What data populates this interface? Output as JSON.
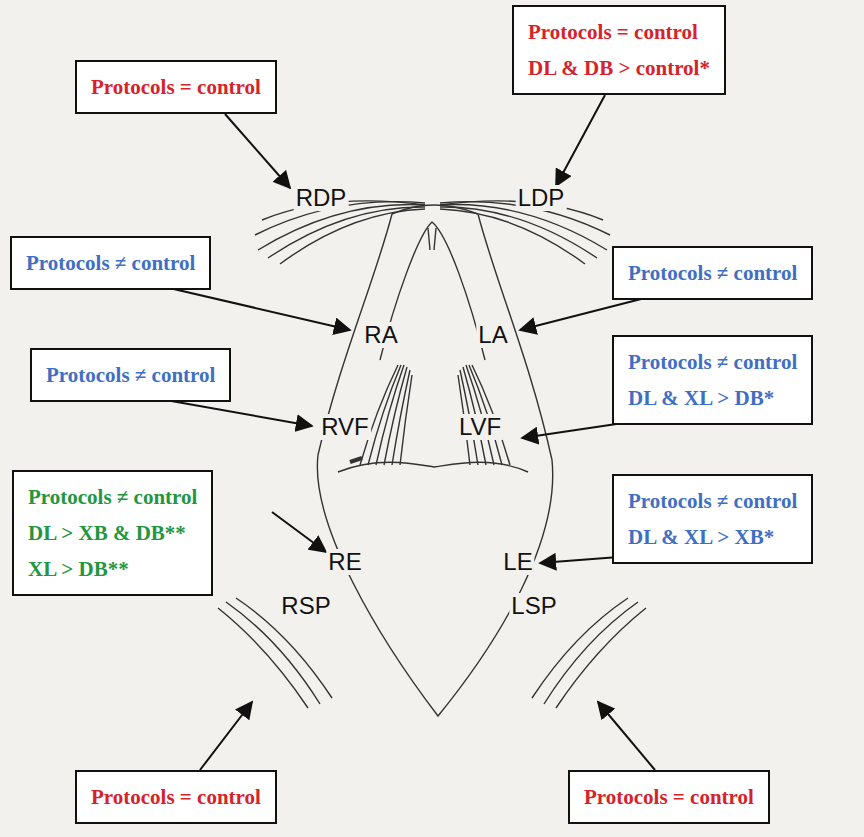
{
  "diagram": {
    "nodes": [
      {
        "text": [
          "Protocols = control"
        ]
      },
      {
        "text": [
          "Protocols = control",
          "DL & DB > control*"
        ]
      },
      {
        "text": [
          "Protocols ≠ control"
        ]
      },
      {
        "text": [
          "Protocols ≠ control"
        ]
      },
      {
        "text": [
          "Protocols ≠ control"
        ]
      },
      {
        "text": [
          "Protocols ≠ control",
          "DL &  XL > DB*"
        ]
      },
      {
        "text": [
          "Protocols ≠ control",
          "DL > XB & DB**",
          "XL > DB**"
        ]
      },
      {
        "text": [
          "Protocols ≠ control",
          "DL & XL > XB*"
        ]
      },
      {
        "text": [
          "Protocols = control"
        ]
      },
      {
        "text": [
          "Protocols = control"
        ]
      }
    ],
    "labels": [
      "RDP",
      "LDP",
      "RA",
      "LA",
      "RVF",
      "LVF",
      "RE",
      "LE",
      "RSP",
      "LSP"
    ]
  }
}
